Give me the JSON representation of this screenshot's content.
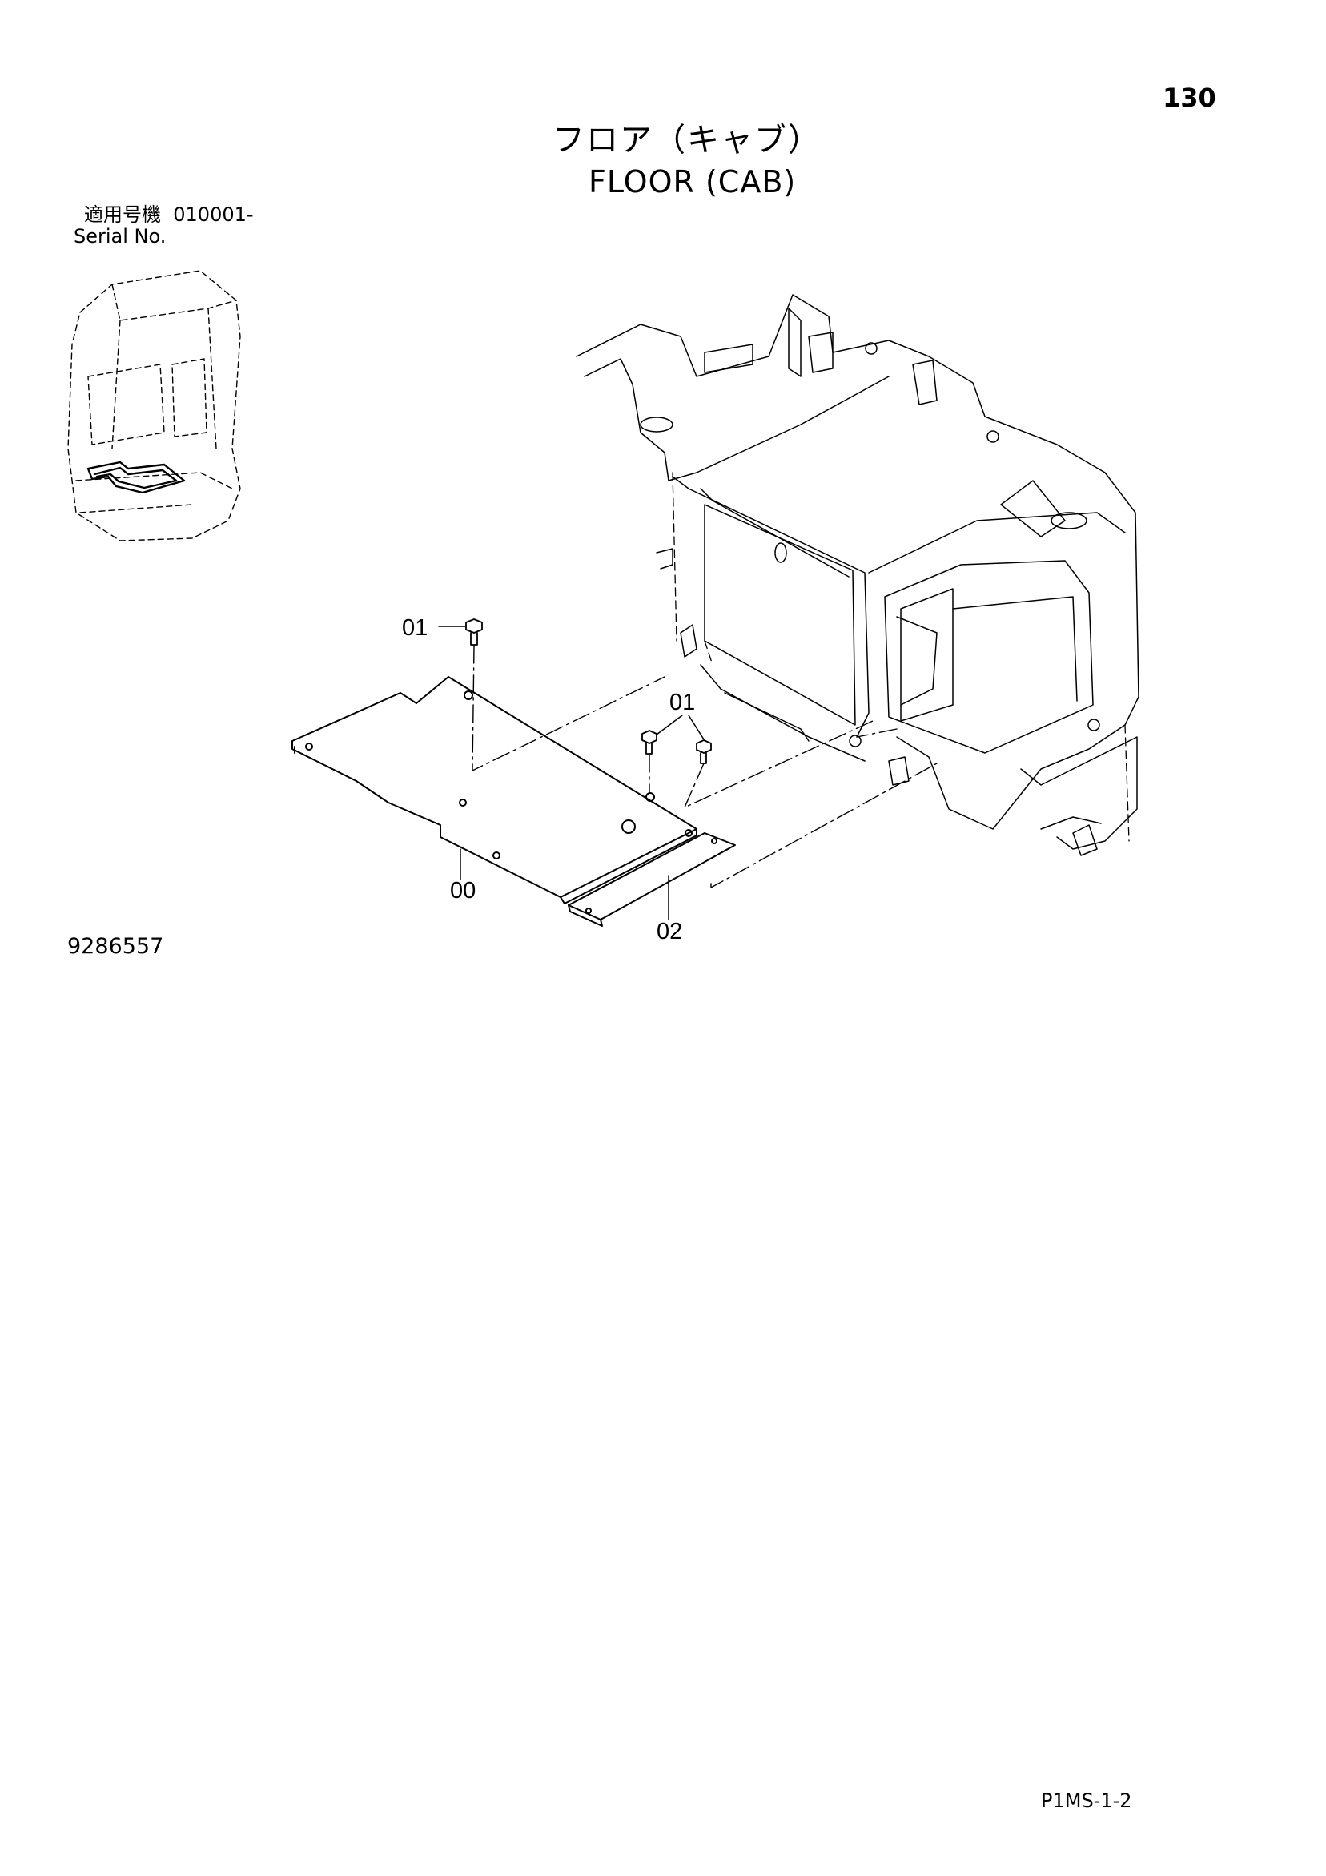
{
  "page_number": "130",
  "title": {
    "japanese": "フロア（キャブ）",
    "english": "FLOOR (CAB)"
  },
  "serial": {
    "label_jp": "適用号機",
    "value": "010001-",
    "label_en": "Serial No."
  },
  "callouts": {
    "bolt_upper": "01",
    "bolt_lower": "01",
    "floor_mat": "00",
    "plate": "02"
  },
  "drawing_number": "9286557",
  "page_code": "P1MS-1-2"
}
